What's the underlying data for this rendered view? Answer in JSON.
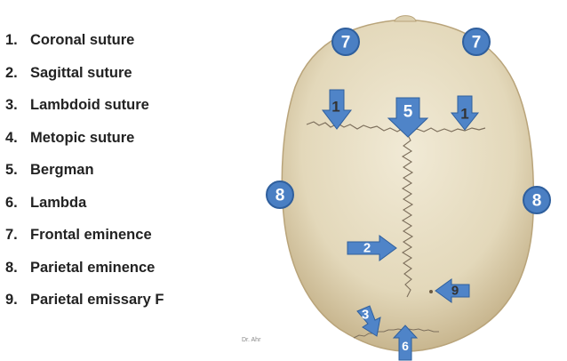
{
  "legend": [
    {
      "number": "1.",
      "text": "Coronal suture"
    },
    {
      "number": "2.",
      "text": "Sagittal suture"
    },
    {
      "number": "3.",
      "text": "Lambdoid suture"
    },
    {
      "number": "4.",
      "text": "Metopic suture"
    },
    {
      "number": "5.",
      "text": "Bergman"
    },
    {
      "number": "6.",
      "text": "Lambda"
    },
    {
      "number": "7.",
      "text": "Frontal eminence"
    },
    {
      "number": "8.",
      "text": "Parietal eminence"
    },
    {
      "number": "9.",
      "text": "Parietal emissary F"
    }
  ],
  "markers": {
    "frontal_left": "7",
    "frontal_right": "7",
    "coronal_left": "1",
    "coronal_right": "1",
    "bergman": "5",
    "parietal_left": "8",
    "parietal_right": "8",
    "sagittal": "2",
    "emissary": "9",
    "lambdoid": "3",
    "lambda": "6"
  },
  "credit": "Dr. Ahr",
  "colors": {
    "badge_fill": "#4a7fc3",
    "badge_stroke": "#2f5f9d",
    "arrow_fill": "#4f84c8",
    "bone": "#e6dcc0",
    "bone_shadow": "#c9b791",
    "suture": "#7d6f5c"
  }
}
